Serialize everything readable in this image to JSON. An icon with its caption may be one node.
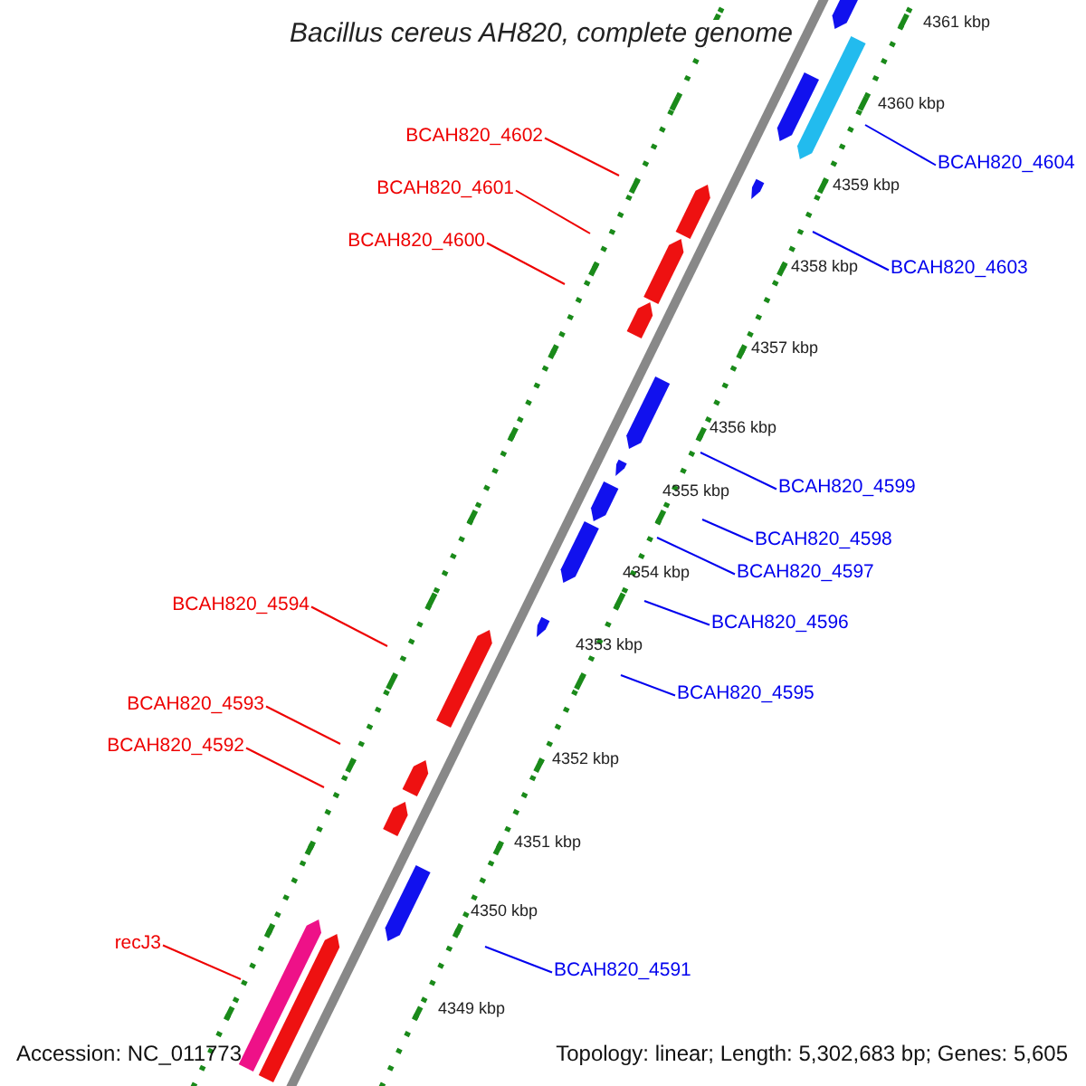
{
  "diagram": {
    "title": "Bacillus cereus AH820, complete genome",
    "nodes": [
      {
        "text": [
          "BCAH820_4602"
        ]
      },
      {
        "text": [
          "BCAH820_4601"
        ]
      },
      {
        "text": [
          "BCAH820_4600"
        ]
      },
      {
        "text": [
          "BCAH820_4594"
        ]
      },
      {
        "text": [
          "BCAH820_4593"
        ]
      },
      {
        "text": [
          "BCAH820_4592"
        ]
      },
      {
        "text": [
          "recJ3"
        ]
      },
      {
        "text": [
          "BCAH820_4604"
        ]
      },
      {
        "text": [
          "BCAH820_4603"
        ]
      },
      {
        "text": [
          "BCAH820_4599"
        ]
      },
      {
        "text": [
          "BCAH820_4598"
        ]
      },
      {
        "text": [
          "BCAH820_4597"
        ]
      },
      {
        "text": [
          "BCAH820_4596"
        ]
      },
      {
        "text": [
          "BCAH820_4595"
        ]
      },
      {
        "text": [
          "BCAH820_4591"
        ]
      }
    ],
    "edges": [
      {
        "from": 0,
        "to": null,
        "arrow": "none",
        "color": "#ee0000"
      },
      {
        "from": 1,
        "to": null,
        "arrow": "none",
        "color": "#ee0000"
      },
      {
        "from": 2,
        "to": null,
        "arrow": "none",
        "color": "#ee0000"
      },
      {
        "from": 3,
        "to": null,
        "arrow": "none",
        "color": "#ee0000"
      },
      {
        "from": 4,
        "to": null,
        "arrow": "none",
        "color": "#ee0000"
      },
      {
        "from": 5,
        "to": null,
        "arrow": "none",
        "color": "#ee0000"
      },
      {
        "from": 6,
        "to": null,
        "arrow": "none",
        "color": "#ee0000"
      },
      {
        "from": 7,
        "to": null,
        "arrow": "none"
      },
      {
        "from": 8,
        "to": null,
        "arrow": "none"
      },
      {
        "from": 9,
        "to": null,
        "arrow": "none"
      },
      {
        "from": 10,
        "to": null,
        "arrow": "none"
      },
      {
        "from": 11,
        "to": null,
        "arrow": "none"
      },
      {
        "from": 12,
        "to": null,
        "arrow": "none"
      },
      {
        "from": 13,
        "to": null,
        "arrow": "none"
      },
      {
        "from": 14,
        "to": null,
        "arrow": "none"
      }
    ],
    "labels": [
      "4361 kbp",
      "4360 kbp",
      "4359 kbp",
      "4358 kbp",
      "4357 kbp",
      "4356 kbp",
      "4355 kbp",
      "4354 kbp",
      "4353 kbp",
      "4352 kbp",
      "4351 kbp",
      "4350 kbp",
      "4349 kbp",
      "Accession: NC_011773",
      "Topology: linear; Length: 5,302,683 bp; Genes: 5,605"
    ]
  }
}
